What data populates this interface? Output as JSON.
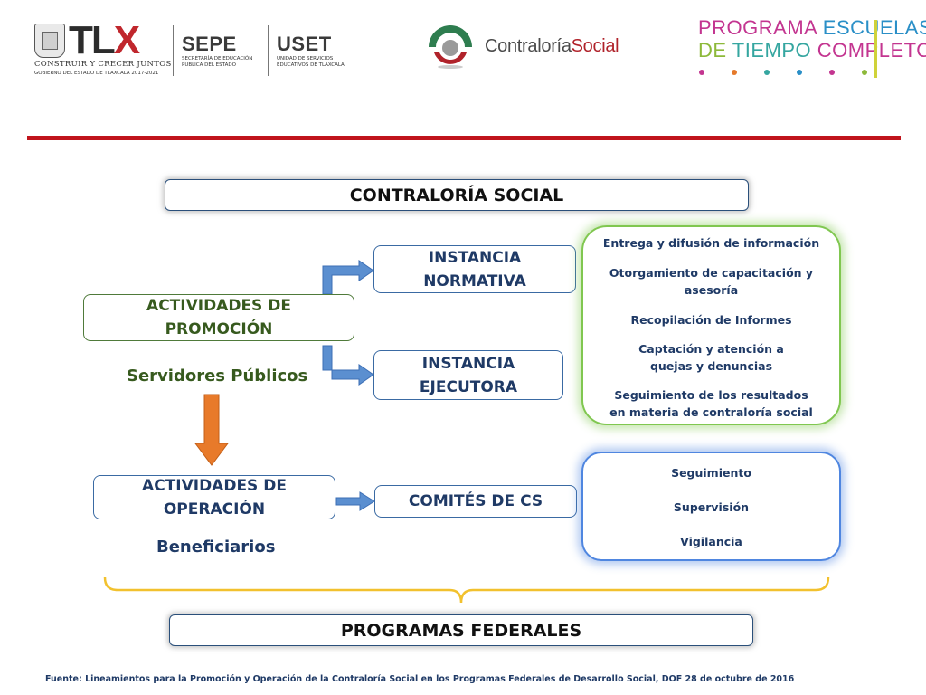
{
  "header": {
    "tlx": {
      "word_tl": "TL",
      "word_x": "X",
      "slogan": "CONSTRUIR Y CRECER JUNTOS",
      "gov": "GOBIERNO DEL ESTADO DE TLAXCALA 2017-2021"
    },
    "sepe": {
      "name": "SEPE",
      "line1": "SECRETARÍA DE EDUCACIÓN",
      "line2": "PÚBLICA DEL ESTADO"
    },
    "uset": {
      "name": "USET",
      "line1": "UNIDAD DE SERVICIOS",
      "line2": "EDUCATIVOS DE TLAXCALA"
    },
    "contraloria": {
      "part1": "Contraloría",
      "part2": "Social"
    },
    "petc": {
      "w1": "PROGRAMA",
      "w2": "ESCUELAS",
      "w3": "DE",
      "w4": "TIEMPO",
      "w5": "COMPLETO"
    },
    "dot_colors": [
      "#c33590",
      "#e57a2b",
      "#35a6a0",
      "#2a8fc7",
      "#c33590",
      "#8db93a"
    ]
  },
  "diagram": {
    "title": "CONTRALORÍA SOCIAL",
    "promocion": {
      "label": "ACTIVIDADES DE PROMOCIÓN",
      "actor": "Servidores Públicos"
    },
    "operacion": {
      "label": "ACTIVIDADES DE OPERACIÓN",
      "actor": "Beneficiarios"
    },
    "normativa": "INSTANCIA NORMATIVA",
    "ejecutora": "INSTANCIA EJECUTORA",
    "comites": "COMITÉS DE CS",
    "promocion_tasks": [
      "Entrega y difusión de información",
      "Otorgamiento de capacitación y asesoría",
      "Recopilación de Informes",
      "Captación y atención a quejas y denuncias",
      "Seguimiento de los resultados en materia de contraloría social"
    ],
    "operacion_tasks": [
      "Seguimiento",
      "Supervisión",
      "Vigilancia"
    ],
    "footer_box": "PROGRAMAS FEDERALES"
  },
  "colors": {
    "arrow_blue": "#5b8fd0",
    "arrow_orange": "#e87a2a",
    "brace": "#f2c12e",
    "rule": "#c0141c"
  },
  "footnote": "Fuente: Lineamientos para la Promoción y Operación de la Contraloría Social en los Programas Federales de Desarrollo Social, DOF 28 de octubre de 2016"
}
